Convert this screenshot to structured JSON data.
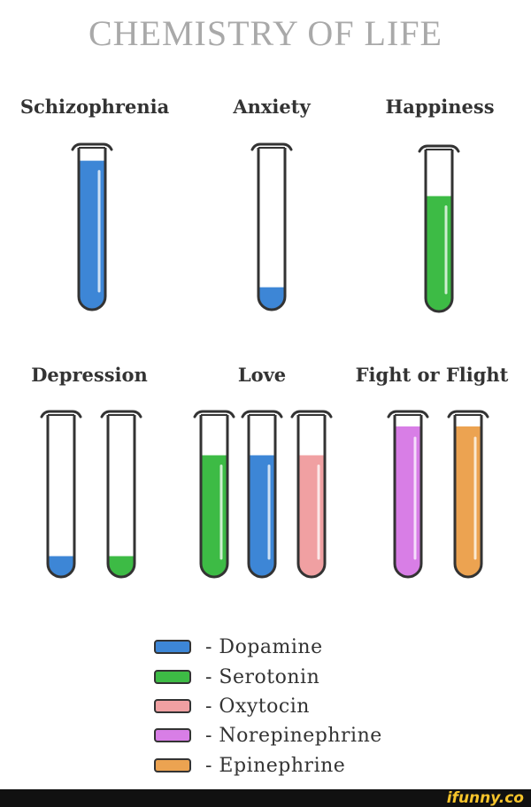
{
  "title": "CHEMISTRY OF LIFE",
  "colors": {
    "dopamine": "#3d86d6",
    "serotonin": "#3dbb45",
    "oxytocin": "#f0a0a2",
    "norepinephrine": "#d87ee6",
    "epinephrine": "#eca351",
    "glass": "#333333"
  },
  "groups": [
    {
      "label": "Schizophrenia",
      "tubes": [
        {
          "chemical": "dopamine",
          "level": 0.93
        }
      ]
    },
    {
      "label": "Anxiety",
      "tubes": [
        {
          "chemical": "dopamine",
          "level": 0.14
        }
      ]
    },
    {
      "label": "Happiness",
      "tubes": [
        {
          "chemical": "serotonin",
          "level": 0.72
        }
      ]
    },
    {
      "label": "Depression",
      "tubes": [
        {
          "chemical": "dopamine",
          "level": 0.13
        },
        {
          "chemical": "serotonin",
          "level": 0.13
        }
      ]
    },
    {
      "label": "Love",
      "tubes": [
        {
          "chemical": "serotonin",
          "level": 0.76
        },
        {
          "chemical": "dopamine",
          "level": 0.76
        },
        {
          "chemical": "oxytocin",
          "level": 0.76
        }
      ]
    },
    {
      "label": "Fight or Flight",
      "tubes": [
        {
          "chemical": "norepinephrine",
          "level": 0.94
        },
        {
          "chemical": "epinephrine",
          "level": 0.94
        }
      ]
    }
  ],
  "legend": [
    {
      "chemical": "dopamine",
      "text": "- Dopamine"
    },
    {
      "chemical": "serotonin",
      "text": "- Serotonin"
    },
    {
      "chemical": "oxytocin",
      "text": "- Oxytocin"
    },
    {
      "chemical": "norepinephrine",
      "text": "- Norepinephrine"
    },
    {
      "chemical": "epinephrine",
      "text": "- Epinephrine"
    }
  ],
  "watermark": "ifunny.co"
}
